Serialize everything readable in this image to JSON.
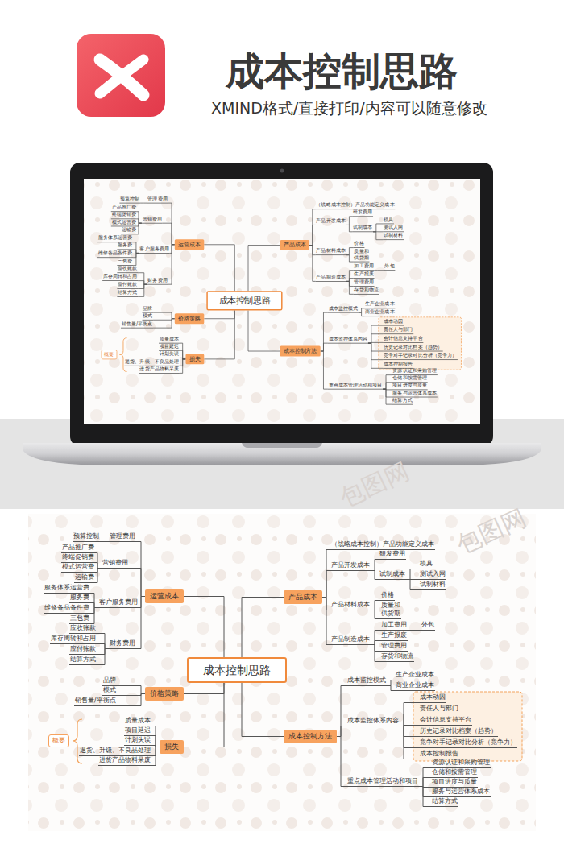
{
  "diagram": {
    "title": "成本控制思路",
    "caption": "XMIND格式/直接打印/内容可以随意修改",
    "nodes": [
      {
        "text": [
          "成本控制思路"
        ]
      },
      {
        "text": [
          "运营成本"
        ]
      },
      {
        "text": [
          "管理费用"
        ]
      },
      {
        "text": [
          "预算控制"
        ]
      },
      {
        "text": [
          "营销费用"
        ]
      },
      {
        "text": [
          "产品推广费"
        ]
      },
      {
        "text": [
          "终端促销费"
        ]
      },
      {
        "text": [
          "模式运营费"
        ]
      },
      {
        "text": [
          "运输费"
        ]
      },
      {
        "text": [
          "客户服务费用"
        ]
      },
      {
        "text": [
          "服务体系运营费"
        ]
      },
      {
        "text": [
          "服务费"
        ]
      },
      {
        "text": [
          "维修备品备件费"
        ]
      },
      {
        "text": [
          "三包费"
        ]
      },
      {
        "text": [
          "财务费用"
        ]
      },
      {
        "text": [
          "应收账款"
        ]
      },
      {
        "text": [
          "库存周转和占用"
        ]
      },
      {
        "text": [
          "应付账款"
        ]
      },
      {
        "text": [
          "结算方式"
        ]
      },
      {
        "text": [
          "价格策略"
        ]
      },
      {
        "text": [
          "品牌"
        ]
      },
      {
        "text": [
          "模式"
        ]
      },
      {
        "text": [
          "销售量/平衡点"
        ]
      },
      {
        "text": [
          "损失"
        ]
      },
      {
        "text": [
          "质量成本"
        ]
      },
      {
        "text": [
          "项目延迟"
        ]
      },
      {
        "text": [
          "计划失误"
        ]
      },
      {
        "text": [
          "退货、升级、不良品处理"
        ]
      },
      {
        "text": [
          "进货产品物料呆废"
        ]
      },
      {
        "text": [
          "概要"
        ]
      },
      {
        "text": [
          "产品成本"
        ]
      },
      {
        "text": [
          "（战略成本控制）产品功能定义成本"
        ]
      },
      {
        "text": [
          "产品开发成本"
        ]
      },
      {
        "text": [
          "研发费用"
        ]
      },
      {
        "text": [
          "试制成本"
        ]
      },
      {
        "text": [
          "模具"
        ]
      },
      {
        "text": [
          "测试入网"
        ]
      },
      {
        "text": [
          "试制材料"
        ]
      },
      {
        "text": [
          "产品材料成本"
        ]
      },
      {
        "text": [
          "价格"
        ]
      },
      {
        "text": [
          "质量和供货期"
        ]
      },
      {
        "text": [
          "产品制造成本"
        ]
      },
      {
        "text": [
          "加工费用"
        ]
      },
      {
        "text": [
          "外包"
        ]
      },
      {
        "text": [
          "生产报废"
        ]
      },
      {
        "text": [
          "管理费用"
        ]
      },
      {
        "text": [
          "存货和物流"
        ]
      },
      {
        "text": [
          "成本控制方法"
        ]
      },
      {
        "text": [
          "成本监控模式"
        ]
      },
      {
        "text": [
          "生产企业成本"
        ]
      },
      {
        "text": [
          "商业企业成本"
        ]
      },
      {
        "text": [
          "成本监控体系内容"
        ]
      },
      {
        "text": [
          "成本动因"
        ]
      },
      {
        "text": [
          "责任人与部门"
        ]
      },
      {
        "text": [
          "会计信息支持平台"
        ]
      },
      {
        "text": [
          "历史记录对比档案（趋势）"
        ]
      },
      {
        "text": [
          "竞争对手记录对比分析（竞争力）"
        ]
      },
      {
        "text": [
          "成本控制报告"
        ]
      },
      {
        "text": [
          "重点成本管理活动和项目"
        ]
      },
      {
        "text": [
          "资源认证和采购管理"
        ]
      },
      {
        "text": [
          "仓储和按需管理"
        ]
      },
      {
        "text": [
          "项目进度与质量"
        ]
      },
      {
        "text": [
          "服务与运营体系成本"
        ]
      },
      {
        "text": [
          "结算方式"
        ]
      },
      {
        "text": [
          "成本控制思路"
        ]
      },
      {
        "text": [
          "运营成本"
        ]
      },
      {
        "text": [
          "管理费用"
        ]
      },
      {
        "text": [
          "预算控制"
        ]
      },
      {
        "text": [
          "营销费用"
        ]
      },
      {
        "text": [
          "产品推广费"
        ]
      },
      {
        "text": [
          "终端促销费"
        ]
      },
      {
        "text": [
          "模式运营费"
        ]
      },
      {
        "text": [
          "运输费"
        ]
      },
      {
        "text": [
          "客户服务费用"
        ]
      },
      {
        "text": [
          "服务体系运营费"
        ]
      },
      {
        "text": [
          "服务费"
        ]
      },
      {
        "text": [
          "维修备品备件费"
        ]
      },
      {
        "text": [
          "三包费"
        ]
      },
      {
        "text": [
          "财务费用"
        ]
      },
      {
        "text": [
          "应收账款"
        ]
      },
      {
        "text": [
          "库存周转和占用"
        ]
      },
      {
        "text": [
          "应付账款"
        ]
      },
      {
        "text": [
          "结算方式"
        ]
      },
      {
        "text": [
          "价格策略"
        ]
      },
      {
        "text": [
          "品牌"
        ]
      },
      {
        "text": [
          "模式"
        ]
      },
      {
        "text": [
          "销售量/平衡点"
        ]
      },
      {
        "text": [
          "损失"
        ]
      },
      {
        "text": [
          "质量成本"
        ]
      },
      {
        "text": [
          "项目延迟"
        ]
      },
      {
        "text": [
          "计划失误"
        ]
      },
      {
        "text": [
          "退货、升级、不良品处理"
        ]
      },
      {
        "text": [
          "进货产品物料呆废"
        ]
      },
      {
        "text": [
          "概要"
        ]
      },
      {
        "text": [
          "产品成本"
        ]
      },
      {
        "text": [
          "（战略成本控制）产品功能定义成本"
        ]
      },
      {
        "text": [
          "产品开发成本"
        ]
      },
      {
        "text": [
          "研发费用"
        ]
      },
      {
        "text": [
          "试制成本"
        ]
      },
      {
        "text": [
          "模具"
        ]
      },
      {
        "text": [
          "测试入网"
        ]
      },
      {
        "text": [
          "试制材料"
        ]
      },
      {
        "text": [
          "产品材料成本"
        ]
      },
      {
        "text": [
          "价格"
        ]
      },
      {
        "text": [
          "质量和供货期"
        ]
      },
      {
        "text": [
          "产品制造成本"
        ]
      },
      {
        "text": [
          "加工费用"
        ]
      },
      {
        "text": [
          "外包"
        ]
      },
      {
        "text": [
          "生产报废"
        ]
      },
      {
        "text": [
          "管理费用"
        ]
      },
      {
        "text": [
          "存货和物流"
        ]
      },
      {
        "text": [
          "成本控制方法"
        ]
      },
      {
        "text": [
          "成本监控模式"
        ]
      },
      {
        "text": [
          "生产企业成本"
        ]
      },
      {
        "text": [
          "商业企业成本"
        ]
      },
      {
        "text": [
          "成本监控体系内容"
        ]
      },
      {
        "text": [
          "成本动因"
        ]
      },
      {
        "text": [
          "责任人与部门"
        ]
      },
      {
        "text": [
          "会计信息支持平台"
        ]
      },
      {
        "text": [
          "历史记录对比档案（趋势）"
        ]
      },
      {
        "text": [
          "竞争对手记录对比分析（竞争力）"
        ]
      },
      {
        "text": [
          "成本控制报告"
        ]
      },
      {
        "text": [
          "重点成本管理活动和项目"
        ]
      },
      {
        "text": [
          "资源认证和采购管理"
        ]
      },
      {
        "text": [
          "仓储和按需管理"
        ]
      },
      {
        "text": [
          "项目进度与质量"
        ]
      },
      {
        "text": [
          "服务与运营体系成本"
        ]
      },
      {
        "text": [
          "结算方式"
        ]
      }
    ],
    "edges": [
      {
        "from": 0,
        "to": 1,
        "arrow": "none"
      },
      {
        "from": 1,
        "to": 2,
        "arrow": "none"
      },
      {
        "from": 2,
        "to": 3,
        "arrow": "none"
      },
      {
        "from": 1,
        "to": 4,
        "arrow": "none"
      },
      {
        "from": 4,
        "to": 5,
        "arrow": "none"
      },
      {
        "from": 4,
        "to": 6,
        "arrow": "none"
      },
      {
        "from": 4,
        "to": 7,
        "arrow": "none"
      },
      {
        "from": 4,
        "to": 8,
        "arrow": "none"
      },
      {
        "from": 1,
        "to": 9,
        "arrow": "none"
      },
      {
        "from": 9,
        "to": 10,
        "arrow": "none"
      },
      {
        "from": 9,
        "to": 11,
        "arrow": "none"
      },
      {
        "from": 9,
        "to": 12,
        "arrow": "none"
      },
      {
        "from": 9,
        "to": 13,
        "arrow": "none"
      },
      {
        "from": 1,
        "to": 14,
        "arrow": "none"
      },
      {
        "from": 14,
        "to": 15,
        "arrow": "none"
      },
      {
        "from": 14,
        "to": 16,
        "arrow": "none"
      },
      {
        "from": 14,
        "to": 17,
        "arrow": "none"
      },
      {
        "from": 14,
        "to": 18,
        "arrow": "none"
      },
      {
        "from": 0,
        "to": 19,
        "arrow": "none"
      },
      {
        "from": 19,
        "to": 20,
        "arrow": "none"
      },
      {
        "from": 19,
        "to": 21,
        "arrow": "none"
      },
      {
        "from": 19,
        "to": 22,
        "arrow": "none"
      },
      {
        "from": 0,
        "to": 23,
        "arrow": "none"
      },
      {
        "from": 23,
        "to": 24,
        "arrow": "none"
      },
      {
        "from": 23,
        "to": 25,
        "arrow": "none"
      },
      {
        "from": 23,
        "to": 26,
        "arrow": "none"
      },
      {
        "from": 23,
        "to": 27,
        "arrow": "none"
      },
      {
        "from": 23,
        "to": 28,
        "arrow": "none"
      },
      {
        "from": 0,
        "to": 30,
        "arrow": "none"
      },
      {
        "from": 30,
        "to": 31,
        "arrow": "none"
      },
      {
        "from": 30,
        "to": 32,
        "arrow": "none"
      },
      {
        "from": 32,
        "to": 33,
        "arrow": "none"
      },
      {
        "from": 32,
        "to": 34,
        "arrow": "none"
      },
      {
        "from": 34,
        "to": 35,
        "arrow": "none"
      },
      {
        "from": 34,
        "to": 36,
        "arrow": "none"
      },
      {
        "from": 34,
        "to": 37,
        "arrow": "none"
      },
      {
        "from": 30,
        "to": 38,
        "arrow": "none"
      },
      {
        "from": 38,
        "to": 39,
        "arrow": "none"
      },
      {
        "from": 38,
        "to": 40,
        "arrow": "none"
      },
      {
        "from": 30,
        "to": 41,
        "arrow": "none"
      },
      {
        "from": 41,
        "to": 42,
        "arrow": "none"
      },
      {
        "from": 42,
        "to": 43,
        "arrow": "none"
      },
      {
        "from": 41,
        "to": 44,
        "arrow": "none"
      },
      {
        "from": 41,
        "to": 45,
        "arrow": "none"
      },
      {
        "from": 41,
        "to": 46,
        "arrow": "none"
      },
      {
        "from": 0,
        "to": 47,
        "arrow": "none"
      },
      {
        "from": 47,
        "to": 48,
        "arrow": "none"
      },
      {
        "from": 48,
        "to": 49,
        "arrow": "none"
      },
      {
        "from": 48,
        "to": 50,
        "arrow": "none"
      },
      {
        "from": 47,
        "to": 51,
        "arrow": "none"
      },
      {
        "from": 51,
        "to": 52,
        "arrow": "none"
      },
      {
        "from": 51,
        "to": 53,
        "arrow": "none"
      },
      {
        "from": 51,
        "to": 54,
        "arrow": "none"
      },
      {
        "from": 51,
        "to": 55,
        "arrow": "none"
      },
      {
        "from": 51,
        "to": 56,
        "arrow": "none"
      },
      {
        "from": 51,
        "to": 57,
        "arrow": "none"
      },
      {
        "from": 47,
        "to": 58,
        "arrow": "none"
      },
      {
        "from": 58,
        "to": 59,
        "arrow": "none"
      },
      {
        "from": 58,
        "to": 60,
        "arrow": "none"
      },
      {
        "from": 58,
        "to": 61,
        "arrow": "none"
      },
      {
        "from": 58,
        "to": 62,
        "arrow": "none"
      },
      {
        "from": 58,
        "to": 63,
        "arrow": "none"
      },
      {
        "from": 64,
        "to": 65,
        "arrow": "none"
      },
      {
        "from": 65,
        "to": 66,
        "arrow": "none"
      },
      {
        "from": 66,
        "to": 67,
        "arrow": "none"
      },
      {
        "from": 65,
        "to": 68,
        "arrow": "none"
      },
      {
        "from": 68,
        "to": 69,
        "arrow": "none"
      },
      {
        "from": 68,
        "to": 70,
        "arrow": "none"
      },
      {
        "from": 68,
        "to": 71,
        "arrow": "none"
      },
      {
        "from": 68,
        "to": 72,
        "arrow": "none"
      },
      {
        "from": 65,
        "to": 73,
        "arrow": "none"
      },
      {
        "from": 73,
        "to": 74,
        "arrow": "none"
      },
      {
        "from": 73,
        "to": 75,
        "arrow": "none"
      },
      {
        "from": 73,
        "to": 76,
        "arrow": "none"
      },
      {
        "from": 73,
        "to": 77,
        "arrow": "none"
      },
      {
        "from": 65,
        "to": 78,
        "arrow": "none"
      },
      {
        "from": 78,
        "to": 79,
        "arrow": "none"
      },
      {
        "from": 78,
        "to": 80,
        "arrow": "none"
      },
      {
        "from": 78,
        "to": 81,
        "arrow": "none"
      },
      {
        "from": 78,
        "to": 82,
        "arrow": "none"
      },
      {
        "from": 64,
        "to": 83,
        "arrow": "none"
      },
      {
        "from": 83,
        "to": 84,
        "arrow": "none"
      },
      {
        "from": 83,
        "to": 85,
        "arrow": "none"
      },
      {
        "from": 83,
        "to": 86,
        "arrow": "none"
      },
      {
        "from": 64,
        "to": 87,
        "arrow": "none"
      },
      {
        "from": 87,
        "to": 88,
        "arrow": "none"
      },
      {
        "from": 87,
        "to": 89,
        "arrow": "none"
      },
      {
        "from": 87,
        "to": 90,
        "arrow": "none"
      },
      {
        "from": 87,
        "to": 91,
        "arrow": "none"
      },
      {
        "from": 87,
        "to": 92,
        "arrow": "none"
      },
      {
        "from": 64,
        "to": 94,
        "arrow": "none"
      },
      {
        "from": 94,
        "to": 95,
        "arrow": "none"
      },
      {
        "from": 94,
        "to": 96,
        "arrow": "none"
      },
      {
        "from": 96,
        "to": 97,
        "arrow": "none"
      },
      {
        "from": 96,
        "to": 98,
        "arrow": "none"
      },
      {
        "from": 98,
        "to": 99,
        "arrow": "none"
      },
      {
        "from": 98,
        "to": 100,
        "arrow": "none"
      },
      {
        "from": 98,
        "to": 101,
        "arrow": "none"
      },
      {
        "from": 94,
        "to": 102,
        "arrow": "none"
      },
      {
        "from": 102,
        "to": 103,
        "arrow": "none"
      },
      {
        "from": 102,
        "to": 104,
        "arrow": "none"
      },
      {
        "from": 94,
        "to": 105,
        "arrow": "none"
      },
      {
        "from": 105,
        "to": 106,
        "arrow": "none"
      },
      {
        "from": 106,
        "to": 107,
        "arrow": "none"
      },
      {
        "from": 105,
        "to": 108,
        "arrow": "none"
      },
      {
        "from": 105,
        "to": 109,
        "arrow": "none"
      },
      {
        "from": 105,
        "to": 110,
        "arrow": "none"
      },
      {
        "from": 64,
        "to": 111,
        "arrow": "none"
      },
      {
        "from": 111,
        "to": 112,
        "arrow": "none"
      },
      {
        "from": 112,
        "to": 113,
        "arrow": "none"
      },
      {
        "from": 112,
        "to": 114,
        "arrow": "none"
      },
      {
        "from": 111,
        "to": 115,
        "arrow": "none"
      },
      {
        "from": 115,
        "to": 116,
        "arrow": "none"
      },
      {
        "from": 115,
        "to": 117,
        "arrow": "none"
      },
      {
        "from": 115,
        "to": 118,
        "arrow": "none"
      },
      {
        "from": 115,
        "to": 119,
        "arrow": "none"
      },
      {
        "from": 115,
        "to": 120,
        "arrow": "none"
      },
      {
        "from": 115,
        "to": 121,
        "arrow": "none"
      },
      {
        "from": 111,
        "to": 122,
        "arrow": "none"
      },
      {
        "from": 122,
        "to": 123,
        "arrow": "none"
      },
      {
        "from": 122,
        "to": 124,
        "arrow": "none"
      },
      {
        "from": 122,
        "to": 125,
        "arrow": "none"
      },
      {
        "from": 122,
        "to": 126,
        "arrow": "none"
      },
      {
        "from": 122,
        "to": 127,
        "arrow": "none"
      }
    ],
    "labels": [
      "包图网",
      "包图网"
    ]
  }
}
